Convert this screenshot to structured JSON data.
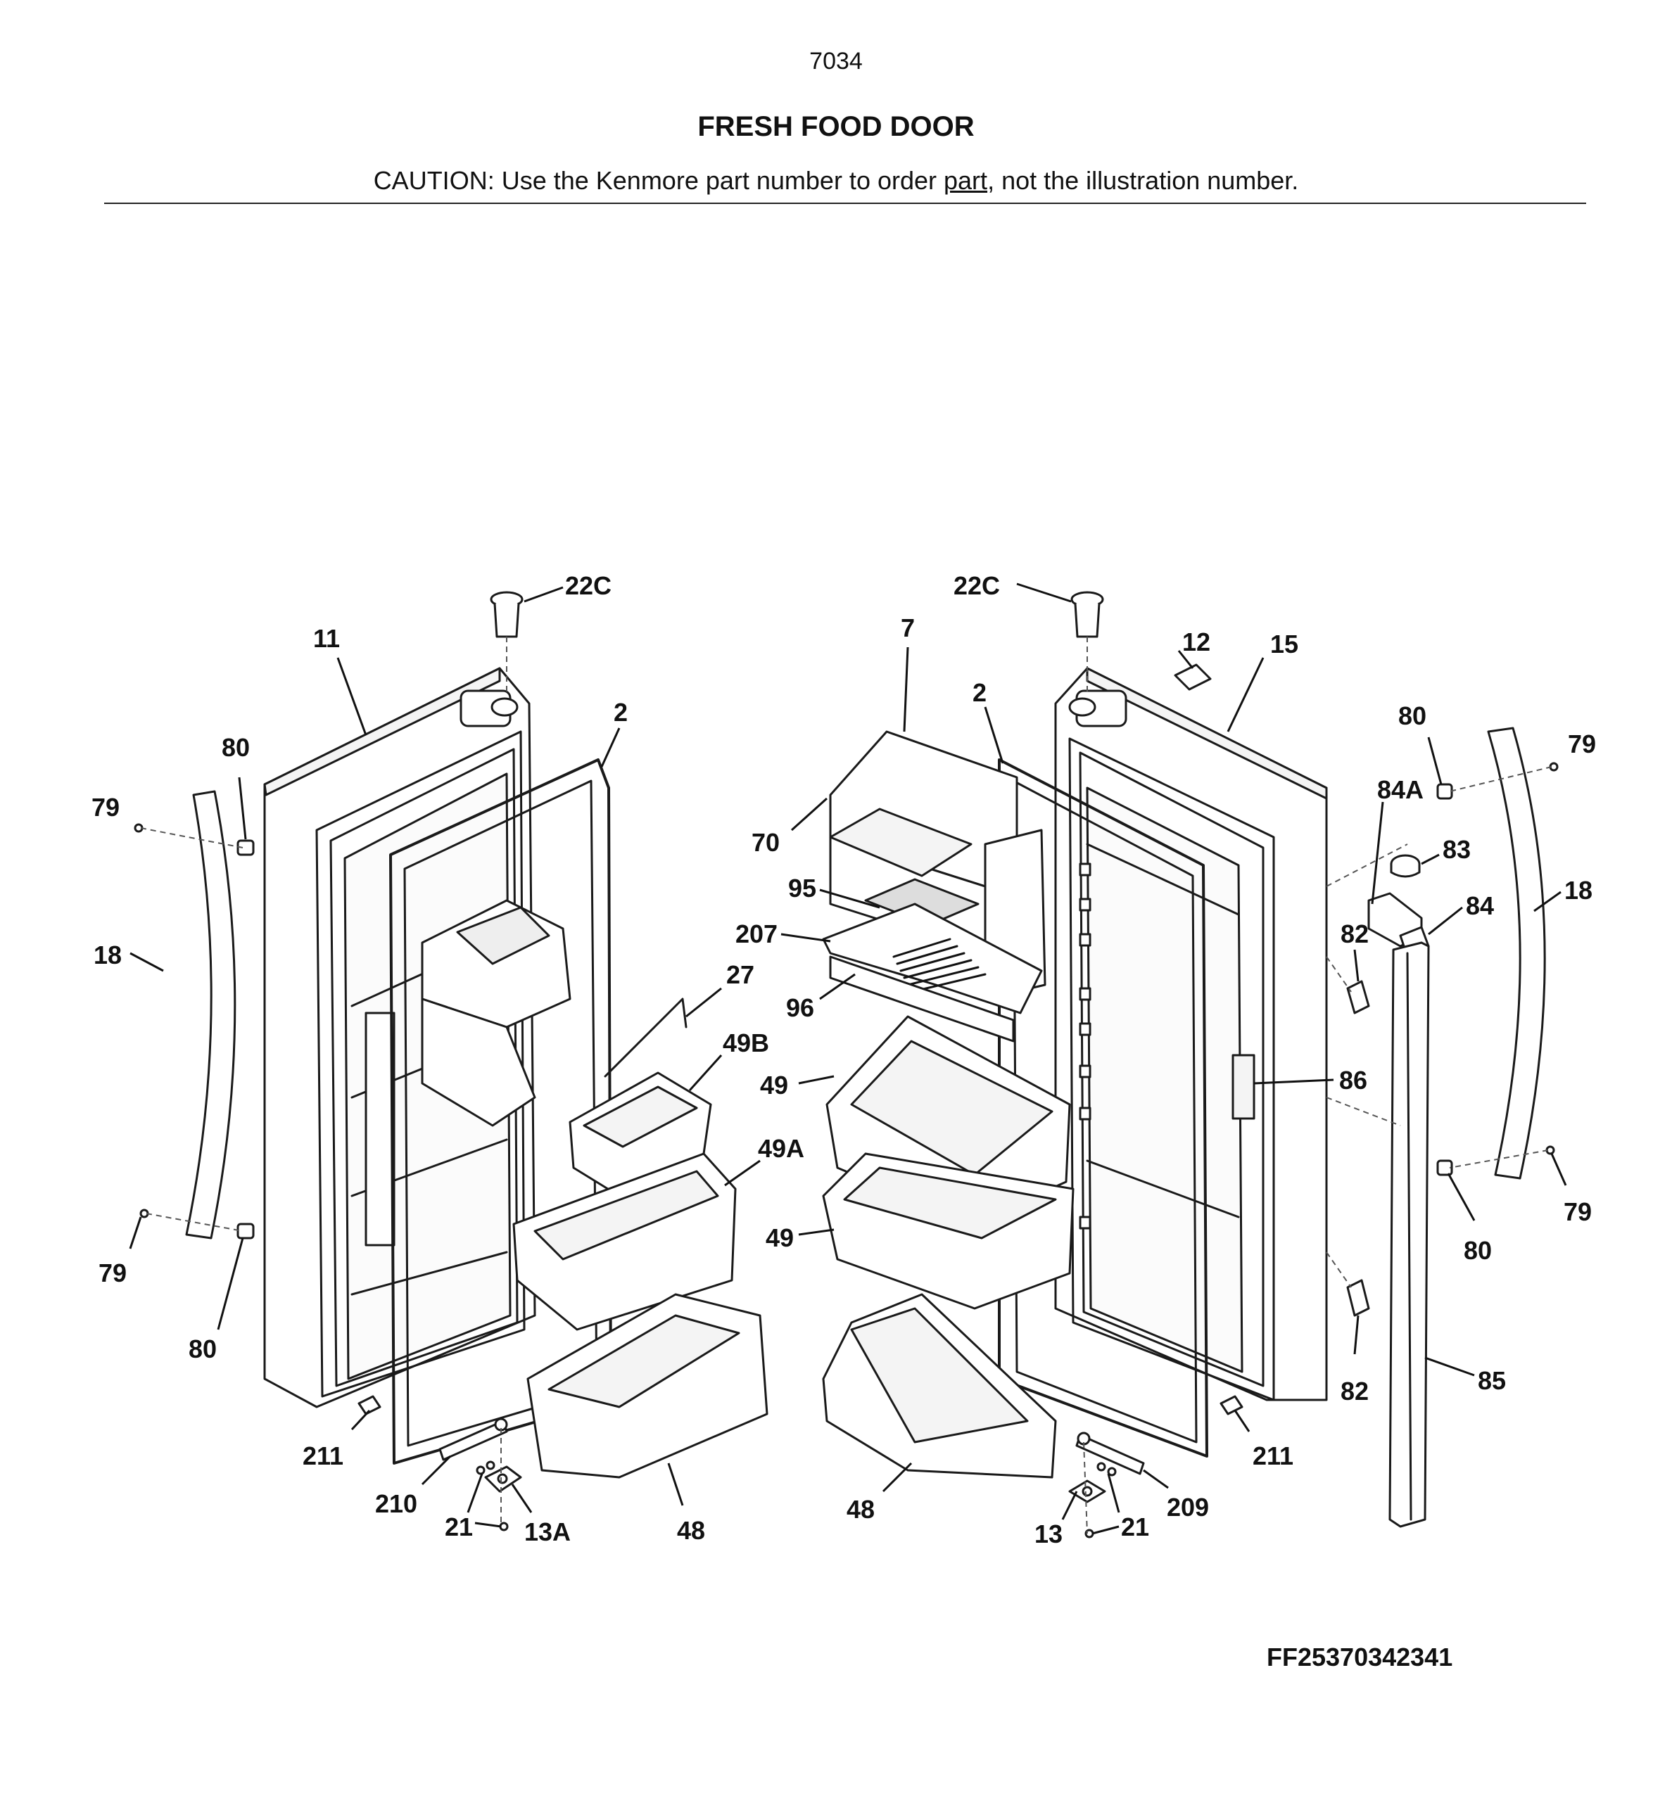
{
  "page_number": "7034",
  "title": "FRESH FOOD DOOR",
  "caution": {
    "before": "CAUTION: Use the Kenmore part number to order ",
    "underlined": "part",
    "after": ", not the illustration number."
  },
  "figure_id": "FF25370342341",
  "callouts": [
    {
      "id": "22c-left",
      "label": "22C"
    },
    {
      "id": "22c-right",
      "label": "22C"
    },
    {
      "id": "11",
      "label": "11"
    },
    {
      "id": "2-left",
      "label": "2"
    },
    {
      "id": "2-right",
      "label": "2"
    },
    {
      "id": "7",
      "label": "7"
    },
    {
      "id": "12",
      "label": "12"
    },
    {
      "id": "15",
      "label": "15"
    },
    {
      "id": "80-left-top",
      "label": "80"
    },
    {
      "id": "79-left-top",
      "label": "79"
    },
    {
      "id": "18-left",
      "label": "18"
    },
    {
      "id": "79-left-bottom",
      "label": "79"
    },
    {
      "id": "80-left-bottom",
      "label": "80"
    },
    {
      "id": "70",
      "label": "70"
    },
    {
      "id": "95",
      "label": "95"
    },
    {
      "id": "207",
      "label": "207"
    },
    {
      "id": "96",
      "label": "96"
    },
    {
      "id": "27",
      "label": "27"
    },
    {
      "id": "49b",
      "label": "49B"
    },
    {
      "id": "49-top",
      "label": "49"
    },
    {
      "id": "49a",
      "label": "49A"
    },
    {
      "id": "49-bottom",
      "label": "49"
    },
    {
      "id": "48-left",
      "label": "48"
    },
    {
      "id": "48-right",
      "label": "48"
    },
    {
      "id": "211-left",
      "label": "211"
    },
    {
      "id": "210",
      "label": "210"
    },
    {
      "id": "21-left",
      "label": "21"
    },
    {
      "id": "13a",
      "label": "13A"
    },
    {
      "id": "13",
      "label": "13"
    },
    {
      "id": "21-right",
      "label": "21"
    },
    {
      "id": "209",
      "label": "209"
    },
    {
      "id": "211-right",
      "label": "211"
    },
    {
      "id": "80-right-top",
      "label": "80"
    },
    {
      "id": "79-right-top",
      "label": "79"
    },
    {
      "id": "84a",
      "label": "84A"
    },
    {
      "id": "83",
      "label": "83"
    },
    {
      "id": "84",
      "label": "84"
    },
    {
      "id": "18-right",
      "label": "18"
    },
    {
      "id": "82-top",
      "label": "82"
    },
    {
      "id": "86",
      "label": "86"
    },
    {
      "id": "79-right-bottom",
      "label": "79"
    },
    {
      "id": "80-right-bottom",
      "label": "80"
    },
    {
      "id": "82-bottom",
      "label": "82"
    },
    {
      "id": "85",
      "label": "85"
    }
  ]
}
